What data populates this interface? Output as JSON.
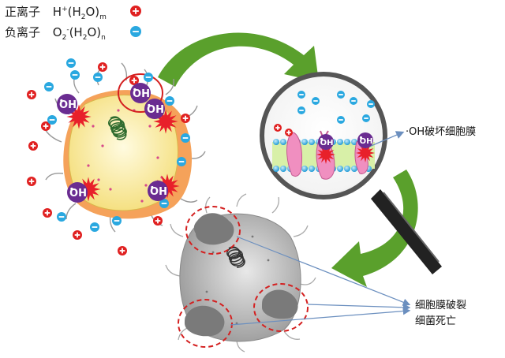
{
  "legend": {
    "positive": {
      "label": "正离子",
      "formula_base": "H",
      "formula_sup": "+",
      "formula_rest": "(H",
      "formula_sub": "2",
      "formula_tail": "O)",
      "formula_count": "m",
      "sign": "+",
      "color": "#e02020"
    },
    "negative": {
      "label": "负离子",
      "formula_base": "O",
      "formula_sub": "2",
      "formula_sup": "-",
      "formula_rest": "(H",
      "formula_sub2": "2",
      "formula_tail": "O)",
      "formula_count": "n",
      "sign": "−",
      "color": "#2aa8e0"
    }
  },
  "radical_label": "OH",
  "annotations": {
    "membrane_damage": "·OH破坏细胞膜",
    "rupture_line1": "细胞膜破裂",
    "rupture_line2": "细菌死亡"
  },
  "colors": {
    "arrow_green": "#5aa02c",
    "radical_purple": "#6a2c91",
    "burst_red": "#e8202a",
    "cell_yellow": "#fbeaa0",
    "cell_orange": "#f5a25a",
    "dead_gray": "#a9a9a9",
    "dashed_circle": "#d42020"
  }
}
